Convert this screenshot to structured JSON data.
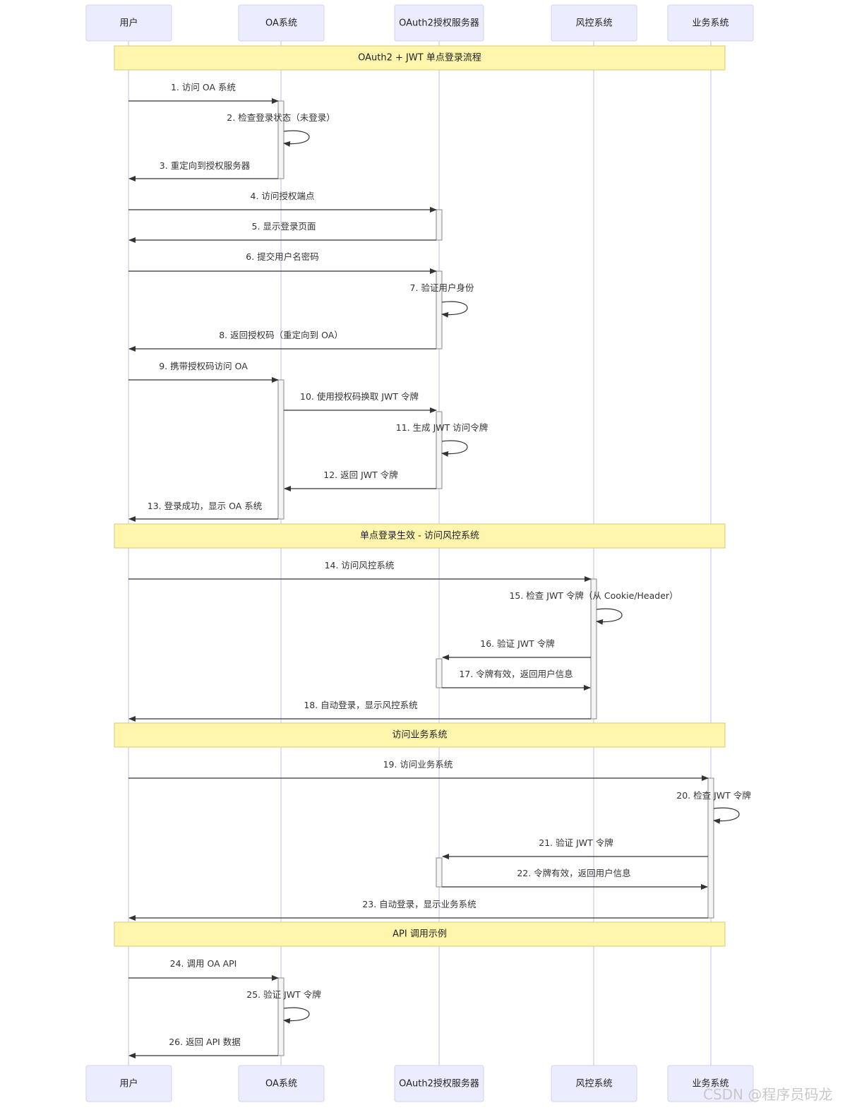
{
  "actors": [
    {
      "id": "user",
      "label": "用户"
    },
    {
      "id": "oa",
      "label": "OA系统"
    },
    {
      "id": "auth",
      "label": "OAuth2授权服务器"
    },
    {
      "id": "risk",
      "label": "风控系统"
    },
    {
      "id": "biz",
      "label": "业务系统"
    }
  ],
  "notes": [
    {
      "text": "OAuth2 + JWT 单点登录流程"
    },
    {
      "text": "单点登录生效 - 访问风控系统"
    },
    {
      "text": "访问业务系统"
    },
    {
      "text": "API 调用示例"
    }
  ],
  "messages": [
    {
      "text": "1. 访问 OA 系统",
      "from": "user",
      "to": "oa"
    },
    {
      "text": "2. 检查登录状态（未登录）",
      "from": "oa",
      "to": "oa"
    },
    {
      "text": "3. 重定向到授权服务器",
      "from": "oa",
      "to": "user"
    },
    {
      "text": "4. 访问授权端点",
      "from": "user",
      "to": "auth"
    },
    {
      "text": "5. 显示登录页面",
      "from": "auth",
      "to": "user"
    },
    {
      "text": "6. 提交用户名密码",
      "from": "user",
      "to": "auth"
    },
    {
      "text": "7. 验证用户身份",
      "from": "auth",
      "to": "auth"
    },
    {
      "text": "8. 返回授权码（重定向到 OA）",
      "from": "auth",
      "to": "user"
    },
    {
      "text": "9. 携带授权码访问 OA",
      "from": "user",
      "to": "oa"
    },
    {
      "text": "10. 使用授权码换取 JWT 令牌",
      "from": "oa",
      "to": "auth"
    },
    {
      "text": "11. 生成 JWT 访问令牌",
      "from": "auth",
      "to": "auth"
    },
    {
      "text": "12. 返回 JWT 令牌",
      "from": "auth",
      "to": "oa"
    },
    {
      "text": "13. 登录成功，显示 OA 系统",
      "from": "oa",
      "to": "user"
    },
    {
      "text": "14. 访问风控系统",
      "from": "user",
      "to": "risk"
    },
    {
      "text": "15. 检查 JWT 令牌（从 Cookie/Header）",
      "from": "risk",
      "to": "risk"
    },
    {
      "text": "16. 验证 JWT 令牌",
      "from": "risk",
      "to": "auth"
    },
    {
      "text": "17. 令牌有效，返回用户信息",
      "from": "auth",
      "to": "risk"
    },
    {
      "text": "18. 自动登录，显示风控系统",
      "from": "risk",
      "to": "user"
    },
    {
      "text": "19. 访问业务系统",
      "from": "user",
      "to": "biz"
    },
    {
      "text": "20. 检查 JWT 令牌",
      "from": "biz",
      "to": "biz"
    },
    {
      "text": "21. 验证 JWT 令牌",
      "from": "biz",
      "to": "auth"
    },
    {
      "text": "22. 令牌有效，返回用户信息",
      "from": "auth",
      "to": "biz"
    },
    {
      "text": "23. 自动登录，显示业务系统",
      "from": "biz",
      "to": "user"
    },
    {
      "text": "24. 调用 OA API",
      "from": "user",
      "to": "oa"
    },
    {
      "text": "25. 验证 JWT 令牌",
      "from": "oa",
      "to": "oa"
    },
    {
      "text": "26. 返回 API 数据",
      "from": "oa",
      "to": "user"
    }
  ],
  "watermark": "CSDN @程序员码龙"
}
